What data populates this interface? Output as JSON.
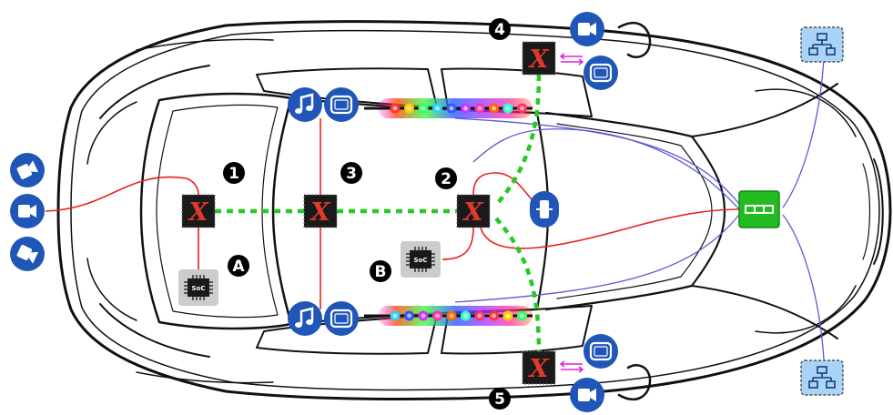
{
  "diagram": {
    "switch_label": "X",
    "soc_label": "SoC",
    "colors": {
      "can_line": "#e8211c",
      "backbone": "#22cc22",
      "ethernet": "#5b5bd6",
      "icon_blue": "#1f56b8",
      "switch_body": "#1a1a1a",
      "central_switch": "#22bb22",
      "network_box": "#a9d4f5",
      "link_arrow": "#dd22dd"
    },
    "switches": [
      {
        "id": "1",
        "label": "❶"
      },
      {
        "id": "2",
        "label": "❷"
      },
      {
        "id": "3",
        "label": "❸"
      },
      {
        "id": "4",
        "label": "❹"
      },
      {
        "id": "5",
        "label": "❺"
      }
    ],
    "socs": [
      {
        "id": "A",
        "label": "A"
      },
      {
        "id": "B",
        "label": "B"
      }
    ],
    "icons": [
      "camera-icon",
      "music-note-icon",
      "display-icon",
      "ethernet-switch-icon",
      "network-icon",
      "soc-chip-icon",
      "rgb-led-strip"
    ]
  }
}
